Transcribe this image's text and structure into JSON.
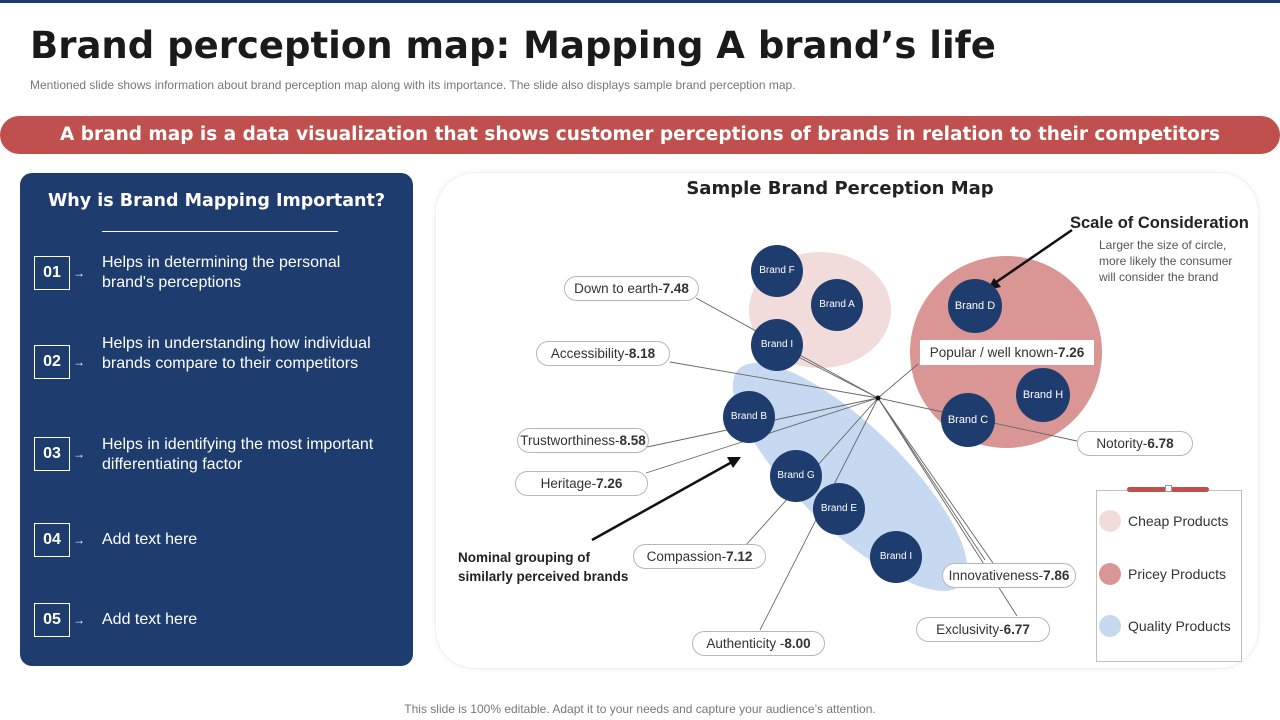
{
  "slide": {
    "title": "Brand perception map: Mapping A brand’s life",
    "subtitle": "Mentioned slide shows information about brand perception map along with its importance. The slide also displays sample brand perception map.",
    "banner": "A brand map is a data visualization that shows customer perceptions of brands in relation to their competitors",
    "footer": "This slide is 100% editable. Adapt it to your needs and capture your audience’s attention."
  },
  "left_panel": {
    "heading": "Why is Brand Mapping Important?",
    "items": [
      {
        "num": "01",
        "text": "Helps in determining the personal brand's perceptions"
      },
      {
        "num": "02",
        "text": "Helps in understanding how individual brands compare to their competitors"
      },
      {
        "num": "03",
        "text": "Helps in identifying the most important differentiating factor"
      },
      {
        "num": "04",
        "text": "Add text here"
      },
      {
        "num": "05",
        "text": "Add text here"
      }
    ]
  },
  "map": {
    "title": "Sample Brand Perception Map",
    "attributes": {
      "down_to_earth": {
        "label": "Down to earth-",
        "value": "7.48"
      },
      "accessibility": {
        "label": "Accessibility-",
        "value": "8.18"
      },
      "trustworthiness": {
        "label": "Trustworthiness-",
        "value": "8.58"
      },
      "heritage": {
        "label": "Heritage-",
        "value": "7.26"
      },
      "compassion": {
        "label": "Compassion-",
        "value": "7.12"
      },
      "authenticity": {
        "label": "Authenticity -",
        "value": "8.00"
      },
      "exclusivity": {
        "label": "Exclusivity-",
        "value": "6.77"
      },
      "innovativeness": {
        "label": "Innovativeness-",
        "value": "7.86"
      },
      "notority": {
        "label": "Notority-",
        "value": "6.78"
      },
      "popular": {
        "label": "Popular / well known-",
        "value": "7.26"
      }
    },
    "brands": {
      "f": "Brand F",
      "a": "Brand A",
      "i_top": "Brand I",
      "b": "Brand B",
      "g": "Brand G",
      "e": "Brand E",
      "i_bottom": "Brand I",
      "d": "Brand D",
      "h": "Brand H",
      "c": "Brand C"
    },
    "scale": {
      "title": "Scale of Consideration",
      "text": "Larger the size of circle, more likely the consumer will consider the brand"
    },
    "nominal_line1": "Nominal grouping of",
    "nominal_line2": "similarly perceived brands",
    "legend": [
      {
        "label": "Cheap Products",
        "color": "#f2dcdb"
      },
      {
        "label": "Pricey Products",
        "color": "#d99694"
      },
      {
        "label": "Quality Products",
        "color": "#c6d9f1"
      }
    ]
  },
  "colors": {
    "navy": "#1f3c6e",
    "accent_red": "#c0504d",
    "cheap_pink": "#f2dcdb",
    "pricey_rose": "#d99694",
    "quality_blue": "#c6d9f1"
  }
}
